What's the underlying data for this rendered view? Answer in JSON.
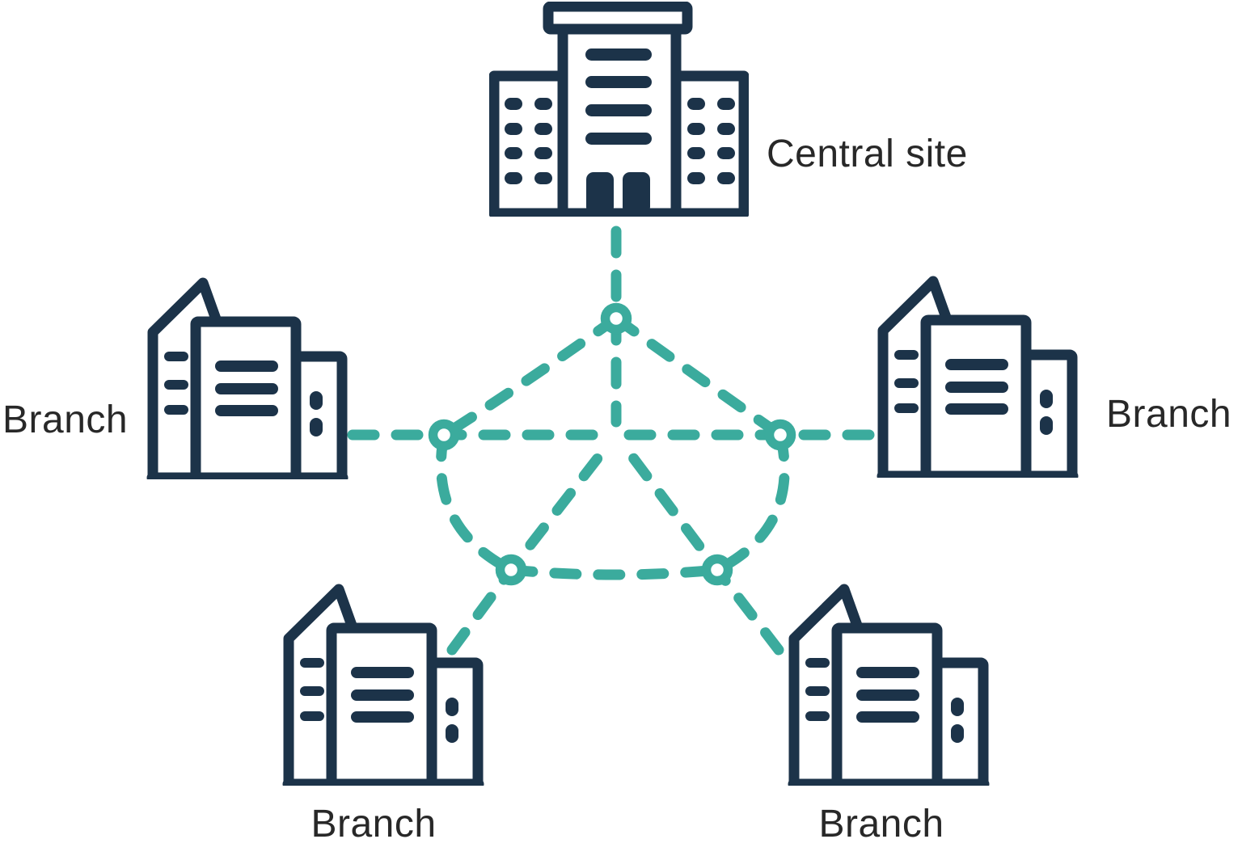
{
  "colors": {
    "building_outline": "#1c3349",
    "network_link": "#3bab9d",
    "label_text": "#282828",
    "background": "#ffffff"
  },
  "labels": {
    "central": "Central site",
    "branch_left": "Branch",
    "branch_right": "Branch",
    "branch_bottom_left": "Branch",
    "branch_bottom_right": "Branch"
  },
  "icons": {
    "central": "central-site-building-icon",
    "branch": "branch-building-icon",
    "router": "network-node-icon"
  },
  "network": {
    "style": "dashed",
    "router_node_count": 5,
    "links": [
      {
        "from": "central-site",
        "to": "router-top"
      },
      {
        "from": "branch-left",
        "to": "router-left"
      },
      {
        "from": "branch-right",
        "to": "router-right"
      },
      {
        "from": "branch-bottom-left",
        "to": "router-bottom-left"
      },
      {
        "from": "branch-bottom-right",
        "to": "router-bottom-right"
      },
      {
        "from": "router-top",
        "to": "router-left"
      },
      {
        "from": "router-top",
        "to": "router-right"
      },
      {
        "from": "router-left",
        "to": "router-bottom-left"
      },
      {
        "from": "router-right",
        "to": "router-bottom-right"
      },
      {
        "from": "router-bottom-left",
        "to": "router-bottom-right"
      },
      {
        "from": "router-top",
        "to": "mesh-center"
      },
      {
        "from": "router-left",
        "to": "mesh-center"
      },
      {
        "from": "router-right",
        "to": "mesh-center"
      },
      {
        "from": "router-bottom-left",
        "to": "mesh-center"
      },
      {
        "from": "router-bottom-right",
        "to": "mesh-center"
      }
    ]
  }
}
